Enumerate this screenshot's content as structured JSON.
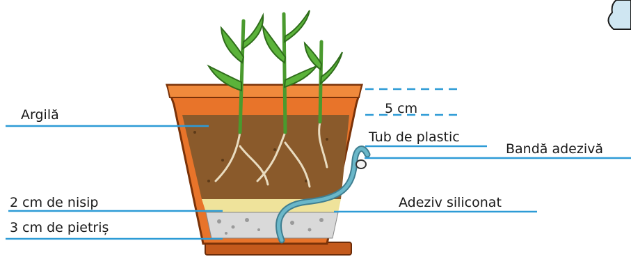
{
  "labels": {
    "clay": "Argilă",
    "height_gap": "5 cm",
    "plastic_tube": "Tub de plastic",
    "adhesive_tape": "Bandă adezivă",
    "sand_layer": "2 cm de nisip",
    "silicone_adhesive": "Adeziv siliconat",
    "gravel_layer": "3 cm de pietriș"
  },
  "colors": {
    "pot": "#e8742a",
    "pot_dark": "#b84f16",
    "soil": "#8a5a2b",
    "sand": "#efe39b",
    "gravel": "#d9d9d9",
    "leader_line": "#2d9bd6",
    "tube": "#6ab7c9",
    "stem": "#4a9a2e"
  }
}
